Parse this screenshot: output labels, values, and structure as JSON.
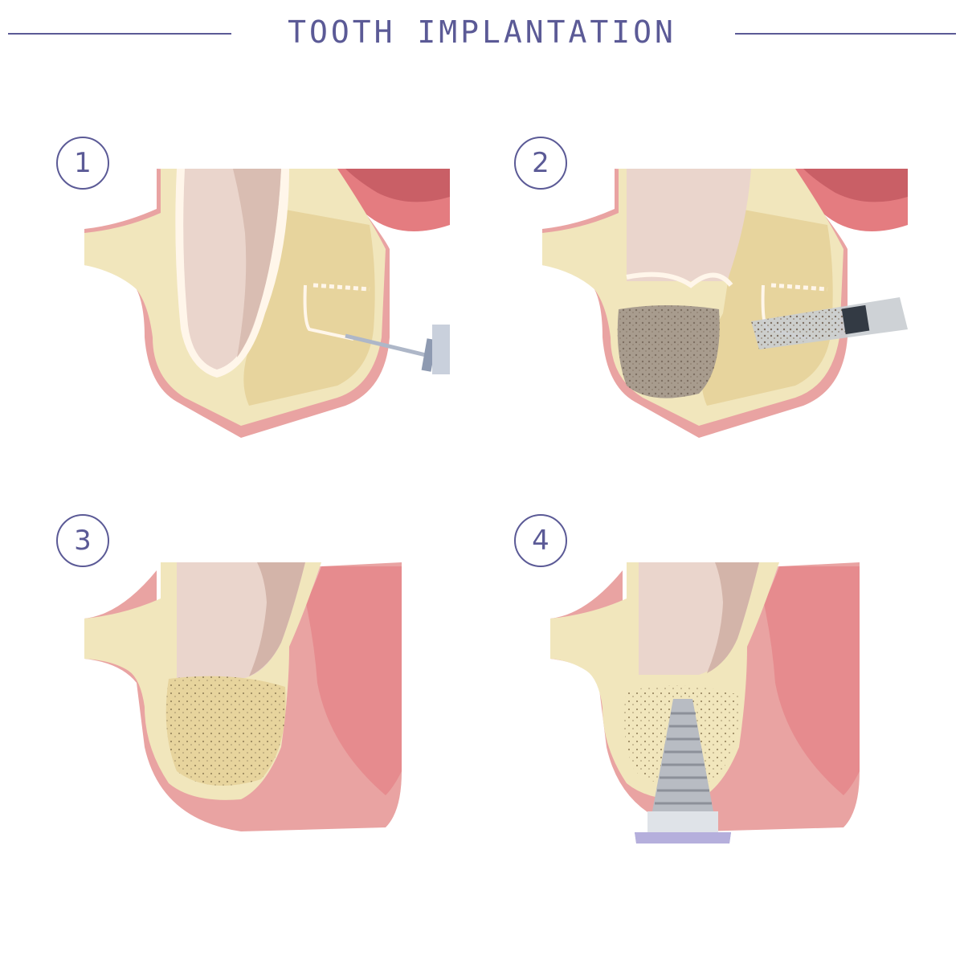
{
  "title": "TOOTH IMPLANTATION",
  "colors": {
    "accent": "#5b5a96",
    "bone": "#f1e6bc",
    "bone_inner": "#e7d49d",
    "gum": "#e9a3a2",
    "gum_edge": "#e47c80",
    "tooth": "#ead5cc",
    "tooth_shade": "#d3b4a9",
    "graft": "#a89c8e",
    "implant": "#b8bcc3",
    "abutment": "#9f98cc"
  },
  "steps": [
    {
      "number": "1",
      "icon": "drill-icon"
    },
    {
      "number": "2",
      "icon": "syringe-icon"
    },
    {
      "number": "3",
      "icon": "bone-graft-icon"
    },
    {
      "number": "4",
      "icon": "implant-icon"
    }
  ]
}
